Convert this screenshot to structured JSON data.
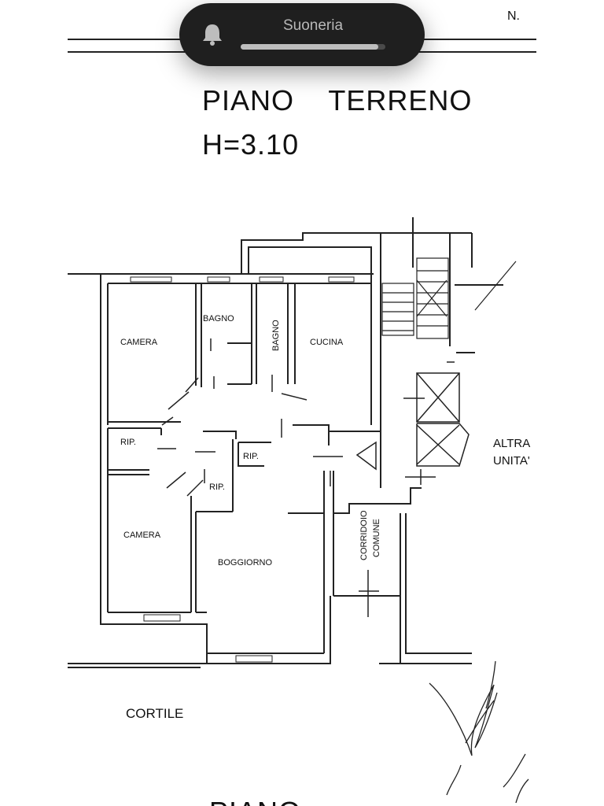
{
  "hud": {
    "label": "Suoneria",
    "icon": "bell-icon",
    "volume_fraction": 0.95
  },
  "document": {
    "corner_mark": "N.",
    "title": "PIANO    TERRENO",
    "height_label": "H=3.10",
    "rooms": {
      "camera_top": "CAMERA",
      "bagno_1": "BAGNO",
      "bagno_2": "BAGNO",
      "cucina": "CUCINA",
      "rip_left": "RIP.",
      "rip_center": "RIP.",
      "rip_small": "RIP.",
      "camera_bottom": "CAMERA",
      "soggiorno": "BOGGIORNO",
      "corridoio_1": "CORRIDOIO",
      "corridoio_2": "COMUNE"
    },
    "altra_1": "ALTRA",
    "altra_2": "UNITA'",
    "cortile": "CORTILE",
    "bottom_cut": "PIANO"
  }
}
